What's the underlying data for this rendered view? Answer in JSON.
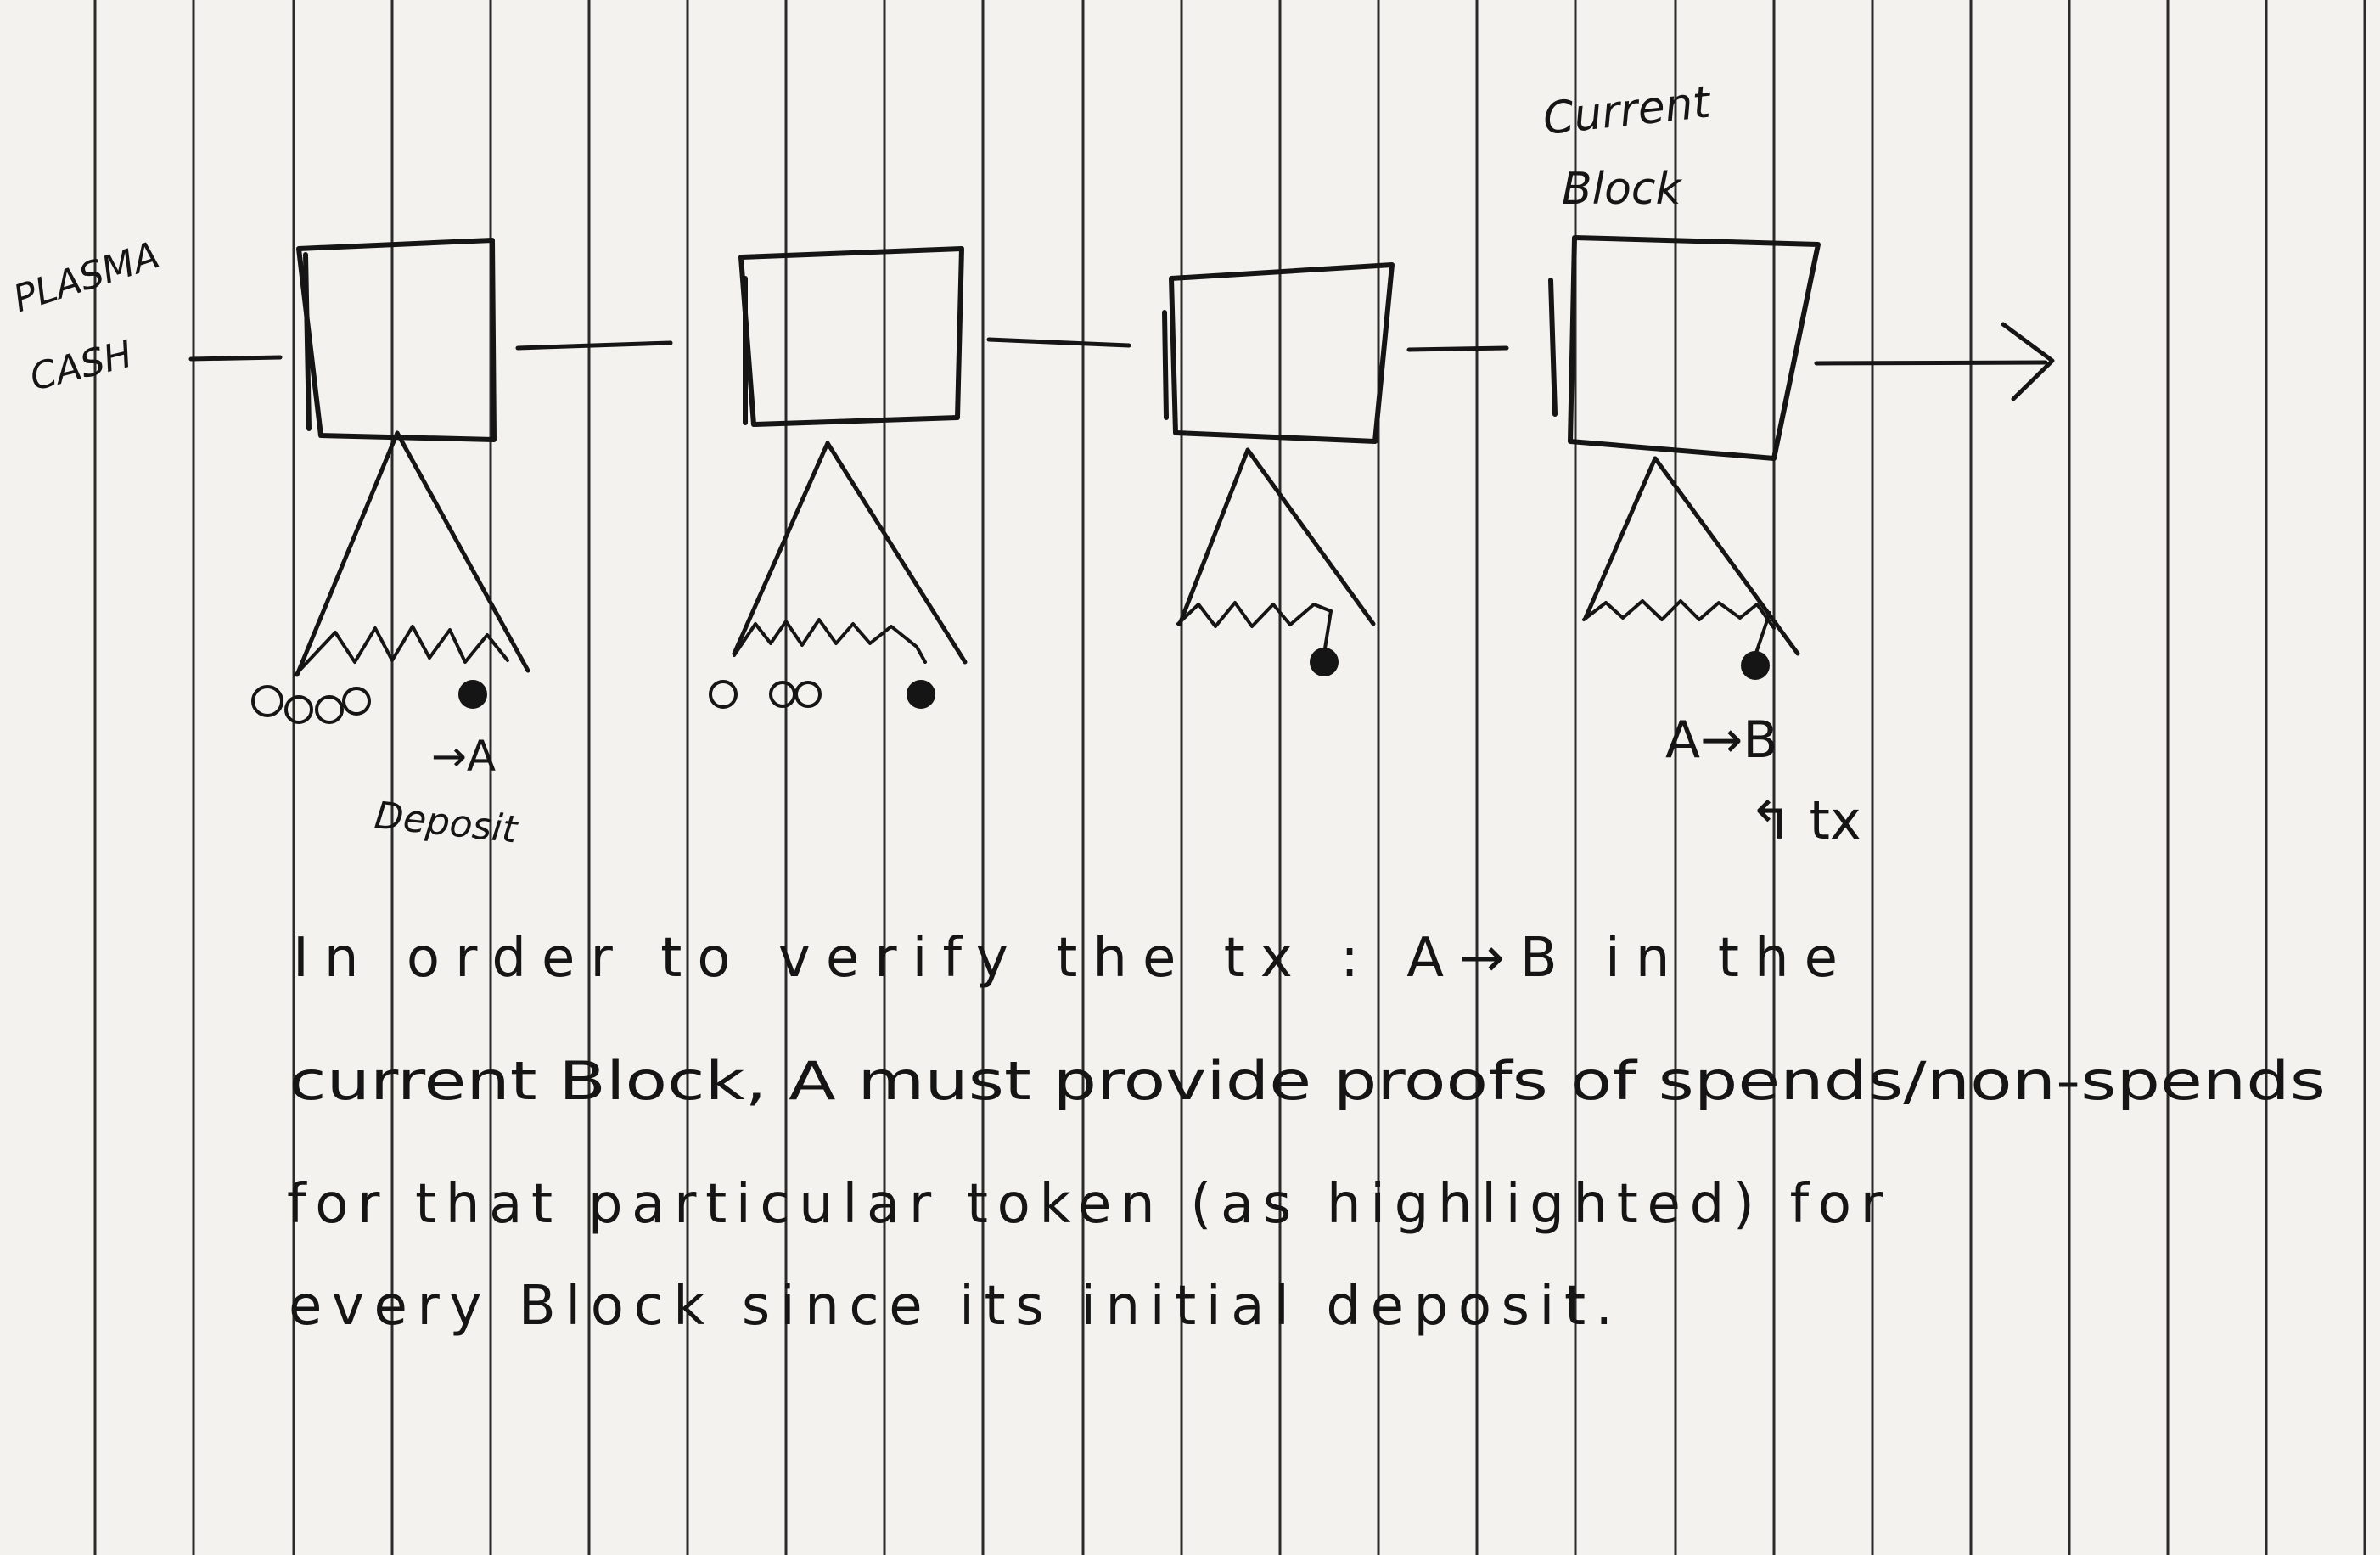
{
  "diagram": {
    "chain_label_line1": "PLASMA",
    "chain_label_line2": "CASH",
    "current_block_label_line1": "Current",
    "current_block_label_line2": "Block",
    "deposit_arrow_label": "→A",
    "deposit_label": "Deposit",
    "tx_transfer_label": "A→B",
    "tx_pointer_label": "↰ tx"
  },
  "note": {
    "line1": "In order to verify the tx : A→B in the",
    "line2": "current Block, A must provide proofs of spends/non-spends",
    "line3": "for that particular token (as highlighted) for",
    "line4": "every Block since its initial deposit."
  },
  "colors": {
    "paper": "#f4f2ee",
    "ink": "#151515",
    "rule": "#2a2a2a"
  }
}
